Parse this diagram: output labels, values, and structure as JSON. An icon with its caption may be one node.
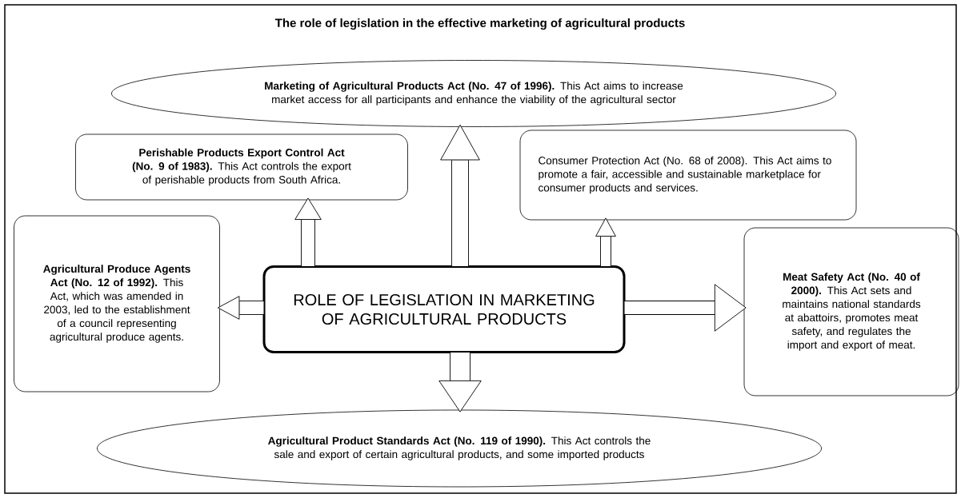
{
  "diagram": {
    "title": "The role of legislation in the effective marketing of agricultural products",
    "nodes": [
      {
        "text": [
          "ROLE OF LEGISLATION IN MARKETING OF AGRICULTURAL PRODUCTS"
        ]
      },
      {
        "text": [
          "**Marketing of Agricultural Products Act (No. 47 of 1996).** This Act aims to increase market access for all participants and enhance the viability of the agricultural sector"
        ]
      },
      {
        "text": [
          "**Perishable Products Export Control Act (No. 9 of 1983).** This Act controls the export of perishable products from South Africa."
        ]
      },
      {
        "text": [
          "Consumer Protection Act (No. 68 of 2008). This Act aims to promote a fair, accessible and sustainable marketplace for consumer products and services."
        ]
      },
      {
        "text": [
          "**Agricultural Produce Agents Act (No. 12 of 1992).** This Act, which was amended in 2003, led to the establishment of a council representing agricultural produce agents."
        ]
      },
      {
        "text": [
          "**Meat Safety Act (No. 40 of 2000).** This Act sets and maintains national standards at abattoirs, promotes meat safety, and regulates the import and export of meat."
        ]
      },
      {
        "text": [
          "**Agricultural Product Standards Act (No. 119 of 1990).** This Act controls the sale and export of certain agricultural products, and some imported products"
        ]
      }
    ],
    "edges": [
      {
        "from": 0,
        "to": 1,
        "arrow": "to"
      },
      {
        "from": 0,
        "to": 2,
        "arrow": "to"
      },
      {
        "from": 0,
        "to": 3,
        "arrow": "to"
      },
      {
        "from": 0,
        "to": 4,
        "arrow": "to"
      },
      {
        "from": 0,
        "to": 5,
        "arrow": "to"
      },
      {
        "from": 0,
        "to": 6,
        "arrow": "to"
      }
    ]
  }
}
